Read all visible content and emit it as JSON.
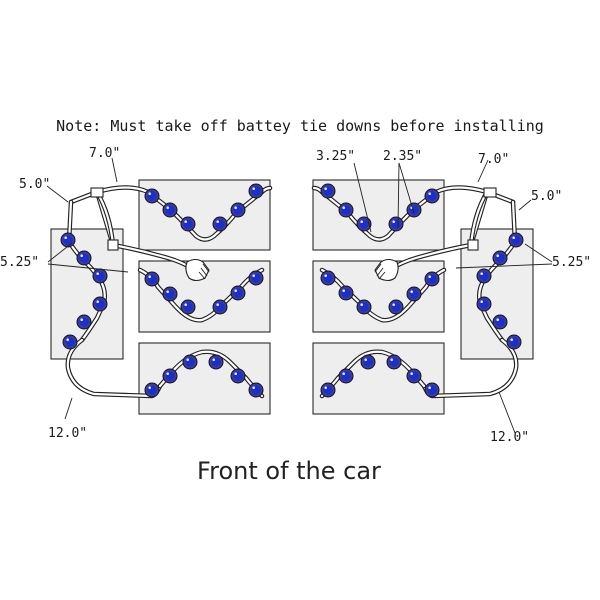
{
  "note": "Note: Must take off battey tie downs before installing",
  "caption": "Front of the car",
  "colors": {
    "led": "#1d2fc4",
    "panel": "#eeeeee",
    "line": "#222222"
  },
  "left_labels": {
    "seven": "7.0\"",
    "five": "5.0\"",
    "five_25": "5.25\"",
    "twelve": "12.0\""
  },
  "right_labels": {
    "three_25": "3.25\"",
    "two_35": "2.35\"",
    "seven": "7.0\"",
    "five": "5.0\"",
    "five_25": "5.25\"",
    "twelve": "12.0\""
  }
}
